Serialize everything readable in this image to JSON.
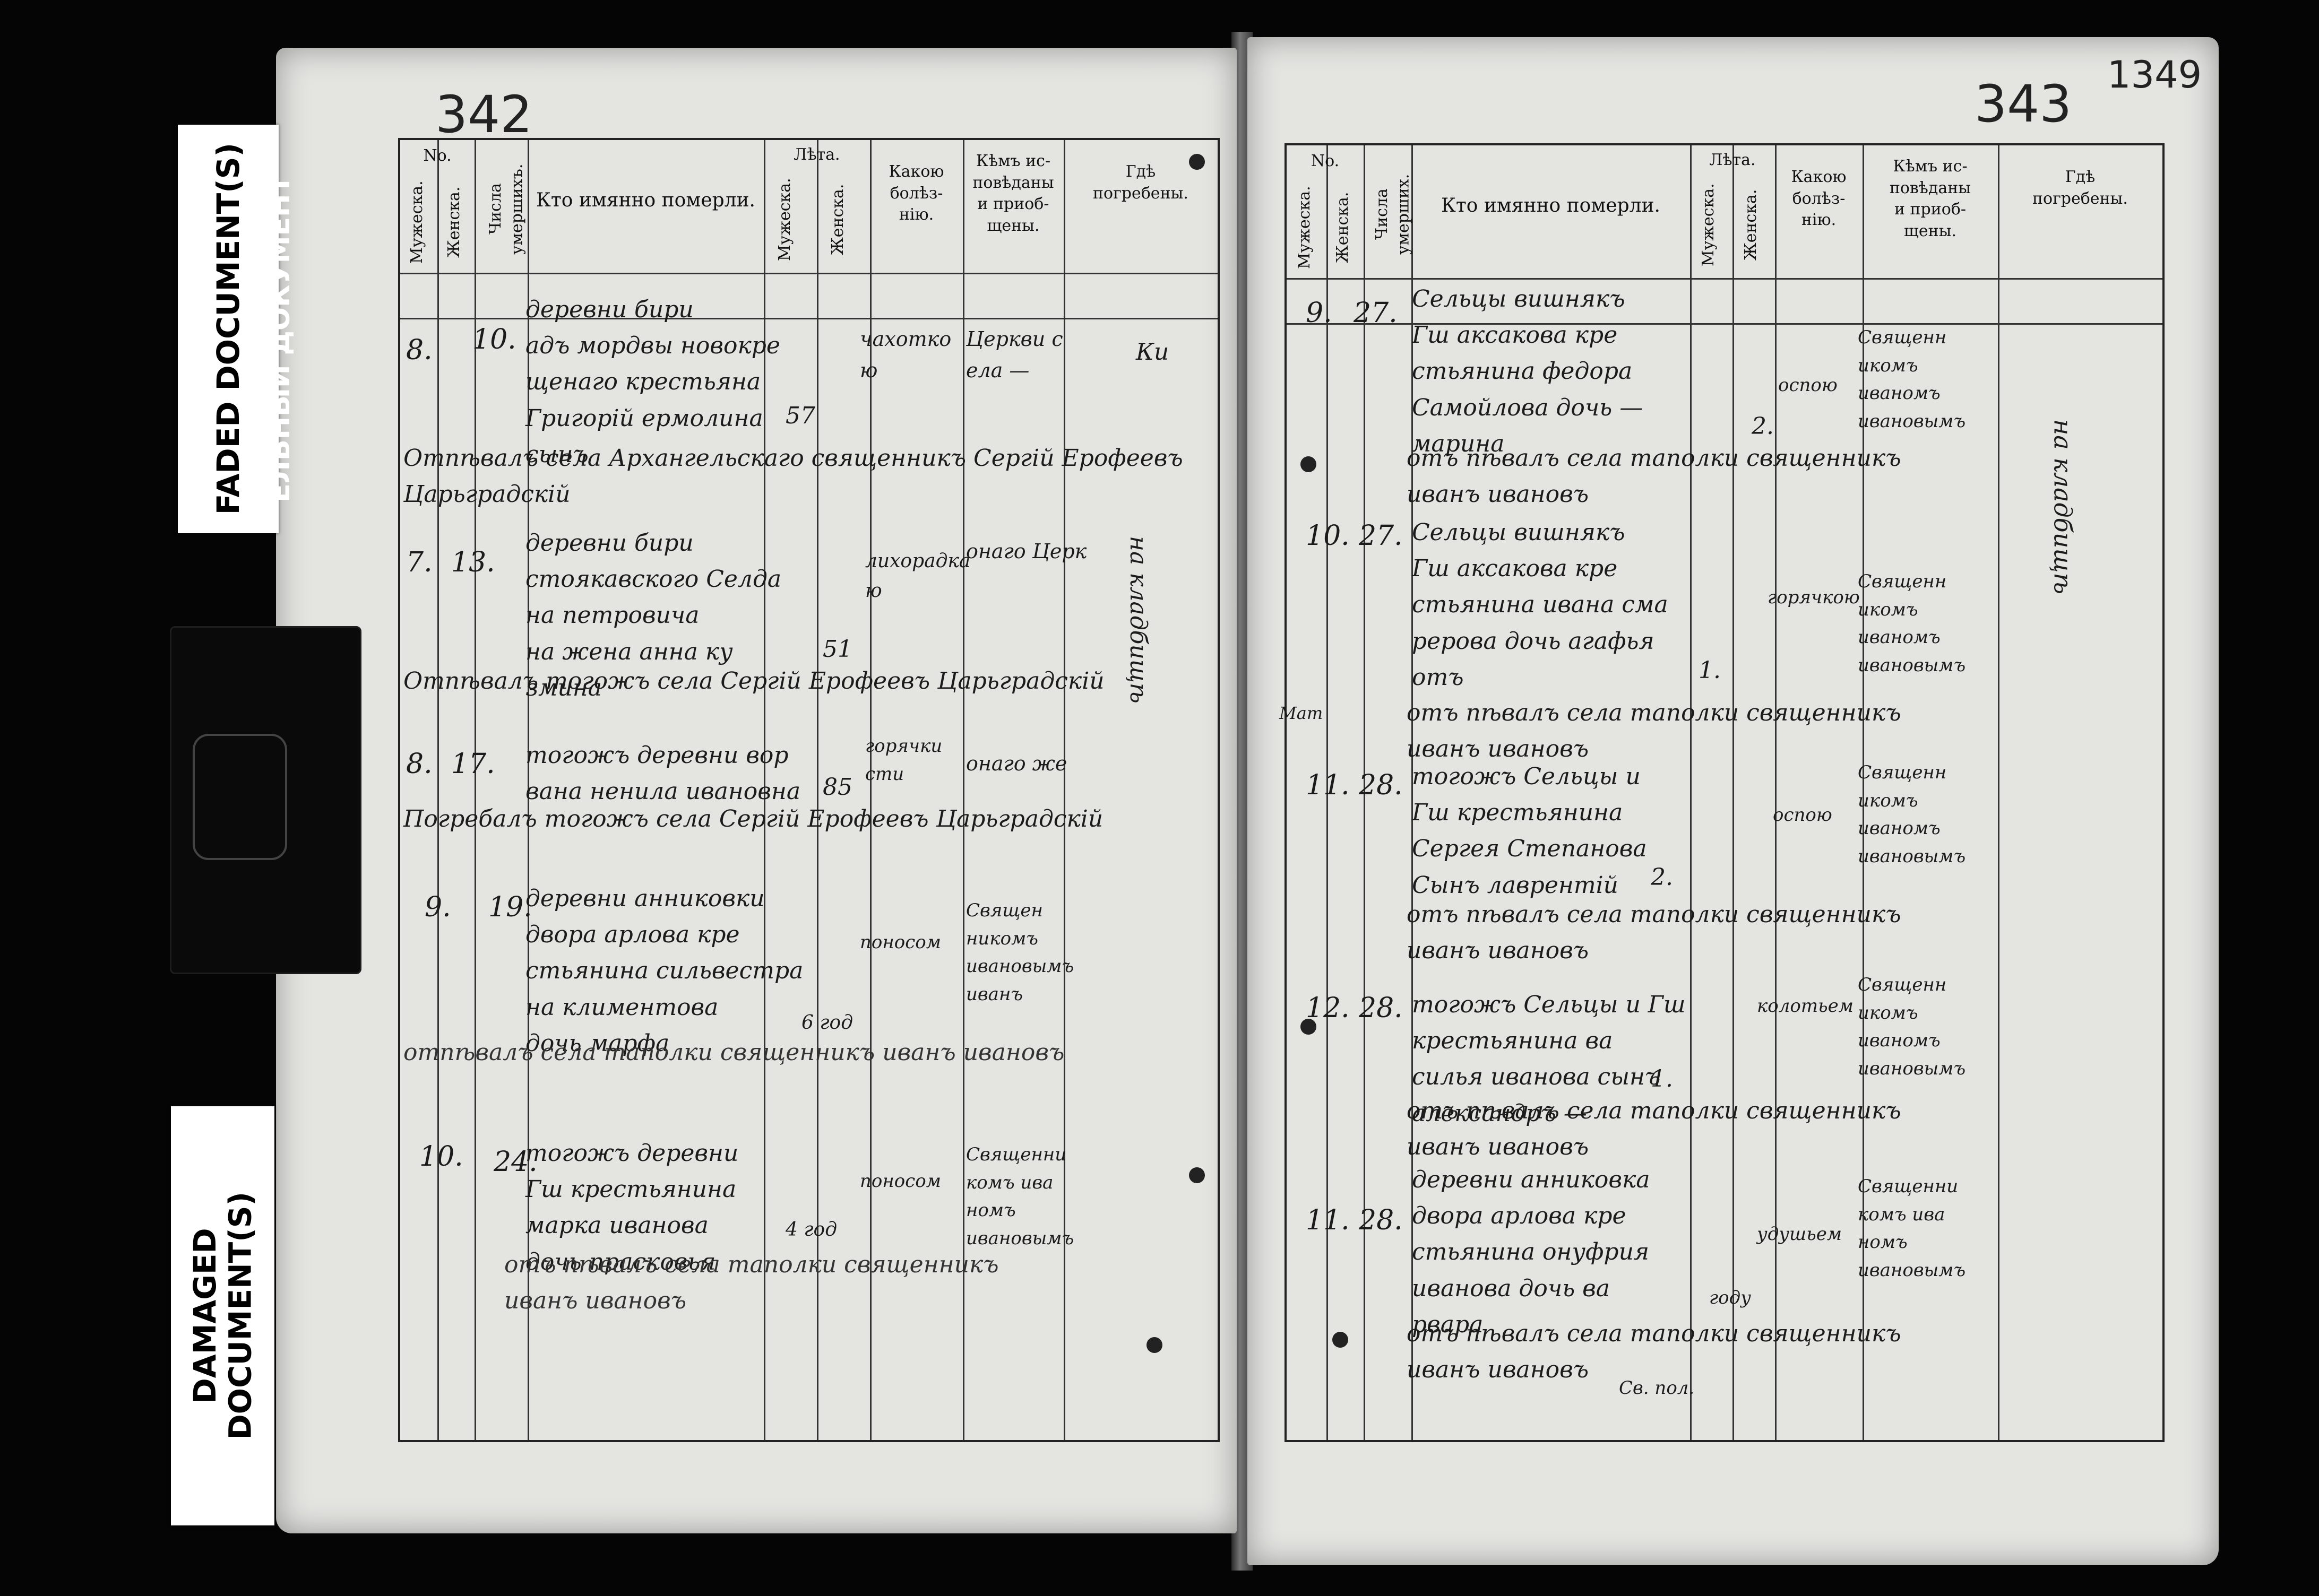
{
  "labels": {
    "faded": "FADED DOCUMENT(S)",
    "faded_sub": "ЕЛЬНЫЙ ДОКУМЕНТ",
    "damaged": "DAMAGED\nDOCUMENT(S)"
  },
  "page_numbers": {
    "left": "342",
    "right": "343",
    "corner": "1349"
  },
  "headers": {
    "no": "No.",
    "male": "Мужеска.",
    "female": "Женска.",
    "day": "Числа умершихъ.",
    "day_right": "Числа умерших.",
    "who": "Кто имянно померли.",
    "age": "Лѣта.",
    "age_male": "Мужеска.",
    "age_female": "Женска.",
    "illness": "Какою\nболѣз-\nнію.",
    "confessed": "Кѣмъ ис-\nповѣданы\nи приоб-\nщены.",
    "buried": "Гдѣ\nпогребены."
  },
  "left_entries": [
    {
      "no": "8.",
      "day": "10.",
      "text": "деревни бири\nадъ мордвы новокре\nщенаго крестьяна\nГригорій ермолина\nсынъ",
      "age": "57",
      "illness": "чахотко\nю",
      "confessor": "Церкви с\nела —"
    },
    {
      "note": "Отпѣвалъ села Архангельскаго священникъ Сергій Ерофеевъ Царьградскій"
    },
    {
      "no": "7.",
      "day": "13.",
      "text": "деревни бири\nстоякавского Селда\nна петровича\nна жена анна ку\nзмина",
      "age": "51",
      "illness": "лихорадка\nю",
      "confessor": "онаго Церк"
    },
    {
      "note": "Отпѣвалъ тогожъ села Сергій Ерофеевъ Царьградскій"
    },
    {
      "no": "8.",
      "day": "17.",
      "text": "тогожъ деревни вор\nвана ненила ивановна",
      "age": "85",
      "illness": "горячки\nсти",
      "confessor": "онаго же"
    },
    {
      "note": "Погребалъ тогожъ села Сергій Ерофеевъ Царьградскій"
    },
    {
      "no": "9.",
      "day": "19.",
      "text": "деревни анниковки\nдвора арлова кре\nстьянина сильвестра\nна климентова\nдочь марфа",
      "age": "6 год",
      "illness": "поносом",
      "confessor": "Священ\nникомъ\nивановымъ\nиванъ"
    },
    {
      "note": "отпѣвалъ села таполки священникъ иванъ ивановъ"
    },
    {
      "no": "10.",
      "day": "24.",
      "text": "тогожъ деревни\nГш крестьянина\nмарка иванова\nдочь прасковья",
      "age": "4 год",
      "illness": "поносом",
      "confessor": "Священни\nкомъ ива\nномъ\nивановымъ"
    },
    {
      "note": "отъ пѣвалъ села таполки священникъ\nиванъ ивановъ"
    }
  ],
  "right_entries": [
    {
      "no": "9.",
      "day": "27.",
      "text": "Сельцы вишнякъ\nГш аксакова кре\nстьянина федора\nСамойлова дочь —\nмарина",
      "age": "2.",
      "illness": "оспою",
      "confessor": "Священн\nикомъ\nиваномъ\nивановымъ"
    },
    {
      "note": "отъ пѣвалъ села таполки священникъ\nиванъ ивановъ"
    },
    {
      "no": "10.",
      "day": "27.",
      "text": "Сельцы вишнякъ\nГш аксакова кре\nстьянина ивана сма\nрерова дочь агафья\nотъ",
      "age": "1.",
      "illness": "горячкою",
      "confessor": "Священн\nикомъ\nиваномъ\nивановымъ"
    },
    {
      "note": "отъ пѣвалъ села таполки священникъ\nиванъ ивановъ"
    },
    {
      "no": "11.",
      "day": "28.",
      "text": "тогожъ Сельцы и\nГш крестьянина\nСергея Степанова\nСынъ лаврентій",
      "age": "2.",
      "illness": "оспою",
      "confessor": "Священн\nикомъ\nиваномъ\nивановымъ"
    },
    {
      "note": "отъ пѣвалъ села таполки священникъ\nиванъ ивановъ"
    },
    {
      "no": "12.",
      "day": "28.",
      "text": "тогожъ Сельцы и Гш\nкрестьянина ва\nсилья иванова сынъ\nалександръ —",
      "age": "1.",
      "illness": "колотьем",
      "confessor": "Священн\nикомъ\nиваномъ\nивановымъ"
    },
    {
      "note": "отъ пѣвалъ села таполки священникъ\nиванъ ивановъ"
    },
    {
      "no": "11.",
      "day": "28.",
      "text": "деревни анниковка\nдвора арлова кре\nстьянина онуфрия\nиванова дочь ва\nрвара",
      "age": "году",
      "illness": "удушьем",
      "confessor": "Священни\nкомъ ива\nномъ\nивановымъ"
    },
    {
      "note": "отъ пѣвалъ села таполки священникъ\nиванъ ивановъ"
    }
  ],
  "margin_left": {
    "mark1": "Ки",
    "burial": "на кладбищѣ"
  },
  "margin_right": {
    "burial": "на кладбищѣ",
    "small1": "Мат",
    "small2": "Св. пол."
  }
}
